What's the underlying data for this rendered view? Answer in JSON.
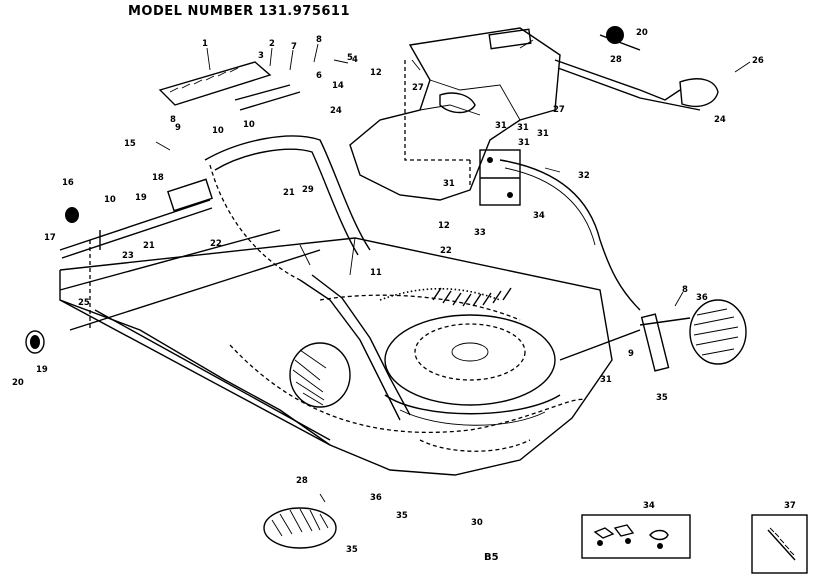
{
  "header": {
    "model_number": "MODEL NUMBER 131.975611"
  },
  "footer": {
    "page_code": "B5"
  },
  "part_callouts": [
    "1",
    "2",
    "3",
    "4",
    "5",
    "6",
    "7",
    "8",
    "8",
    "8",
    "9",
    "9",
    "10",
    "10",
    "10",
    "11",
    "12",
    "12",
    "14",
    "15",
    "16",
    "17",
    "18",
    "19",
    "19",
    "20",
    "20",
    "21",
    "21",
    "22",
    "22",
    "23",
    "24",
    "24",
    "25",
    "26",
    "27",
    "27",
    "28",
    "28",
    "29",
    "30",
    "31",
    "31",
    "31",
    "31",
    "31",
    "31",
    "32",
    "33",
    "34",
    "34",
    "35",
    "35",
    "35",
    "36",
    "36",
    "37"
  ]
}
